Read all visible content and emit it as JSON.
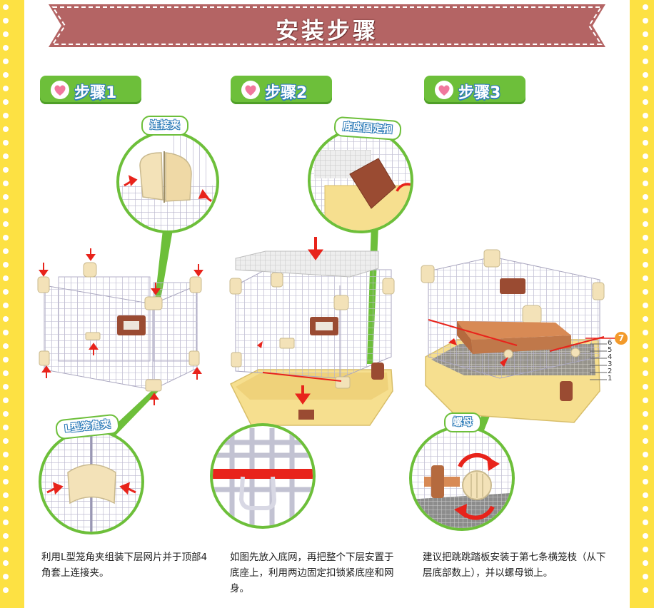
{
  "banner": {
    "title": "安装步骤"
  },
  "steps": [
    {
      "label": "步骤1",
      "callout_top": "连接夹",
      "callout_bottom": "L型笼角夹",
      "description": "利用L型笼角夹组装下层网片并于顶部4角套上连接夹。"
    },
    {
      "label": "步骤2",
      "callout_top": "底座固定扣",
      "description": "如图先放入底网，再把整个下层安置于底座上，利用两边固定扣锁紧底座和网身。"
    },
    {
      "label": "步骤3",
      "callout_top": "螺母",
      "description": "建议把跳跳踏板安装于第七条横笼枝（从下层底部数上），并以螺母锁上。",
      "rung_numbers": [
        "6",
        "5",
        "4",
        "3",
        "2",
        "1"
      ],
      "rung_highlight": "7"
    }
  ],
  "colors": {
    "banner": "#b46464",
    "accent_green": "#6dbf3a",
    "side_stripe": "#fde143",
    "arrow_red": "#e8231b",
    "clip_beige": "#f3e2b8",
    "base_yellow": "#f6df8f",
    "plate_brown": "#9a4b32"
  }
}
